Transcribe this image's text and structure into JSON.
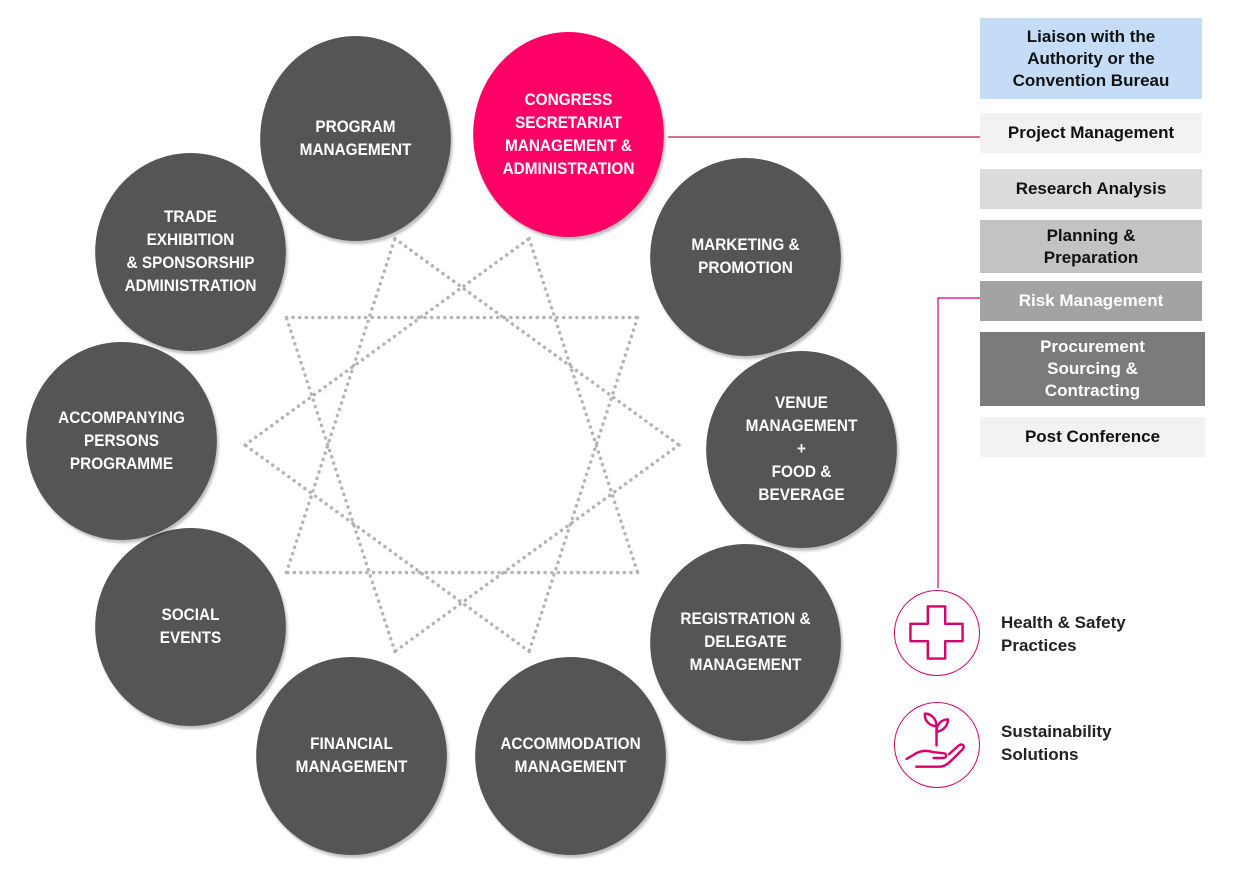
{
  "circles": [
    {
      "label": "PROGRAM\nMANAGEMENT",
      "active": false
    },
    {
      "label": "CONGRESS\nSECRETARIAT\nMANAGEMENT &\nADMINISTRATION",
      "active": true
    },
    {
      "label": "MARKETING &\nPROMOTION",
      "active": false
    },
    {
      "label": "VENUE\nMANAGEMENT\n+\nFOOD &\nBEVERAGE",
      "active": false
    },
    {
      "label": "REGISTRATION &\nDELEGATE\nMANAGEMENT",
      "active": false
    },
    {
      "label": "ACCOMMODATION\nMANAGEMENT",
      "active": false
    },
    {
      "label": "FINANCIAL\nMANAGEMENT",
      "active": false
    },
    {
      "label": "SOCIAL\nEVENTS",
      "active": false
    },
    {
      "label": "ACCOMPANYING\nPERSONS\nPROGRAMME",
      "active": false
    },
    {
      "label": "TRADE\nEXHIBITION\n& SPONSORSHIP\nADMINISTRATION",
      "active": false
    }
  ],
  "sidebar": {
    "liaison": "Liaison with the\nAuthority or the\nConvention Bureau",
    "project": "Project Management",
    "research": "Research Analysis",
    "planning": "Planning &\nPreparation",
    "risk": "Risk Management",
    "procurement": "Procurement\nSourcing &\nContracting",
    "post": "Post Conference"
  },
  "extras": {
    "health": "Health & Safety\nPractices",
    "health_icon": "medical-cross-icon",
    "sustain": "Sustainability\nSolutions",
    "sustain_icon": "hand-sprout-icon"
  },
  "colors": {
    "circle": "#555555",
    "accent": "#ff0066",
    "liaison_bg": "#c5dcf7",
    "icon_stroke": "#d6006e"
  }
}
